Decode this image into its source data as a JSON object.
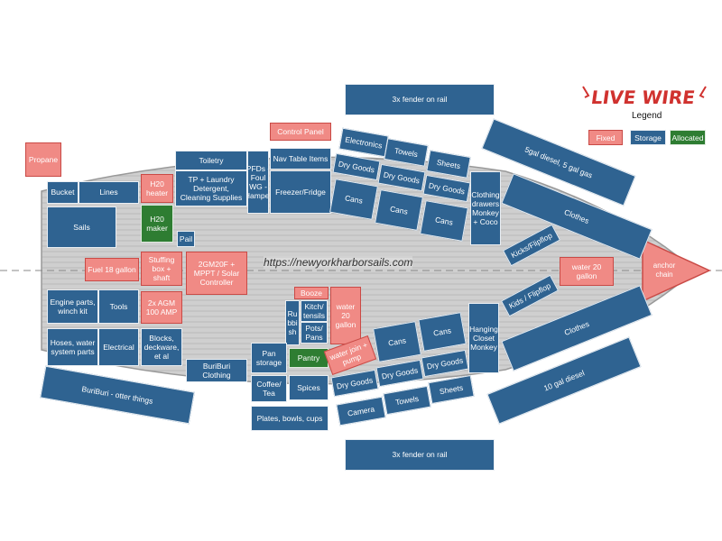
{
  "logo_text": "LIVE WIRE",
  "legend": {
    "title": "Legend",
    "items": [
      {
        "label": "Fixed",
        "kind": "fixed"
      },
      {
        "label": "Storage",
        "kind": "storage"
      },
      {
        "label": "Allocated",
        "kind": "allocated"
      }
    ]
  },
  "watermark": "https://newyorkharborsails.com",
  "colors": {
    "storage": "#2f6391",
    "fixed": "#f08a85",
    "allocated": "#2e7d32",
    "hull": "#c9c9c9"
  },
  "compartments": {
    "propane": "Propane",
    "bucket": "Bucket",
    "lines": "Lines",
    "sails": "Sails",
    "h2o_heater": "H20 heater",
    "h2o_maker": "H20 maker",
    "toiletry": "Toiletry",
    "tp_laundry": "TP + Laundry Detergent, Cleaning Supplies",
    "pail": "Pail",
    "pfds": "PFDs - Foul WG - Hamper",
    "control_panel": "Control Panel",
    "nav_table": "Nav Table Items",
    "freezer": "Freezer/Fridge",
    "electronics": "Electronics",
    "towels_top": "Towels",
    "sheets_top": "Sheets",
    "dry_goods_top_1": "Dry Goods",
    "dry_goods_top_2": "Dry Goods",
    "dry_goods_top_3": "Dry Goods",
    "cans_top_1": "Cans",
    "cans_top_2": "Cans",
    "cans_top_3": "Cans",
    "clothing_drawers": "Clothing drawers Monkey + Coco",
    "fender_top": "3x fender on rail",
    "fender_bottom": "3x fender on rail",
    "diesel_gas": "5gal diesel, 5 gal gas",
    "clothes_top": "Clothes",
    "clothes_bottom": "Clothes",
    "kicks_top": "Kicks/Flipflop",
    "kids_bottom": "Kids / Flipflop",
    "water_20": "water 20 gallon",
    "anchor_chain": "anchor chain",
    "fuel": "Fuel 18 gallon",
    "stuffing_box": "Stuffing box + shaft",
    "generator": "2GM20F + MPPT / Solar Controller",
    "engine_parts": "Engine parts, winch kit",
    "tools": "Tools",
    "agm": "2x AGM 100 AMP",
    "hoses": "Hoses, water system parts",
    "electrical": "Electrical",
    "blocks": "Blocks, deckware, et al",
    "buriburi_clothing": "BuriBuri Clothing",
    "buriburi_otter": "BuriBuri - otter things",
    "booze": "Booze",
    "rubbish": "Ru bbi sh",
    "kitchen_utensils": "Kitch/ tensils",
    "pots_pans": "Pots/ Pans",
    "water_20_left": "water 20 gallon",
    "pan_storage": "Pan storage",
    "pantry": "Pantry",
    "water_join": "water join + pump",
    "coffee_tea": "Coffee/ Tea",
    "spices": "Spices",
    "plates": "Plates, bowls, cups",
    "cans_bottom_1": "Cans",
    "cans_bottom_2": "Cans",
    "dry_goods_bottom_1": "Dry Goods",
    "dry_goods_bottom_2": "Dry Goods",
    "dry_goods_bottom_3": "Dry Goods",
    "camera": "Camera",
    "towels_bottom": "Towels",
    "sheets_bottom": "Sheets",
    "hanging_closet": "Hanging Closet Monkey",
    "diesel_10": "10 gal diesel"
  }
}
